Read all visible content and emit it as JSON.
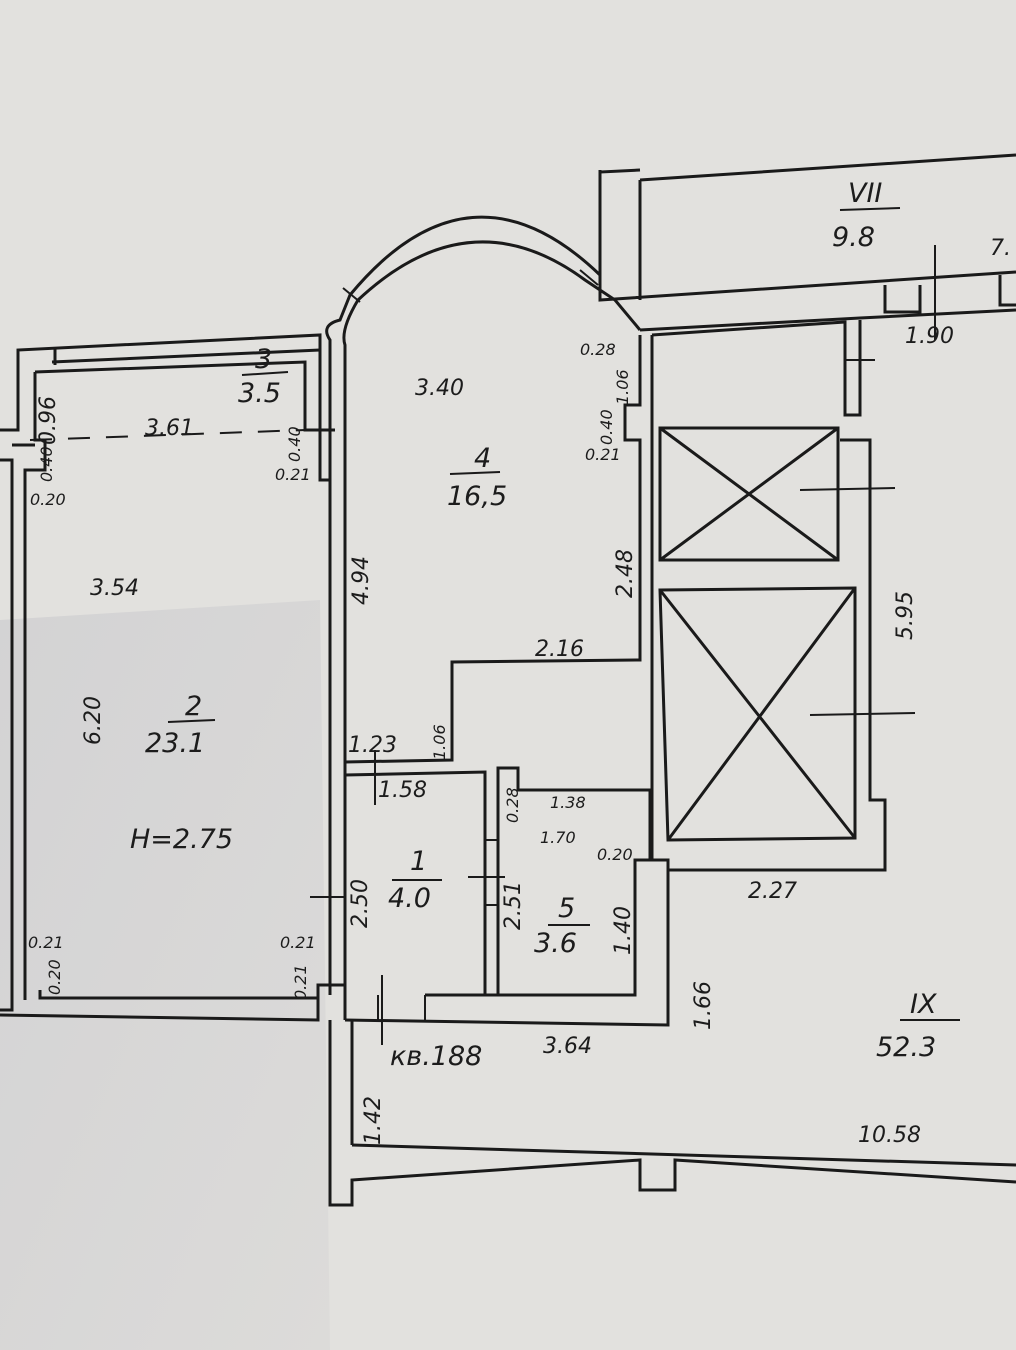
{
  "apartment_label": "кв.188",
  "ceiling_height": "H=2.75",
  "rooms": [
    {
      "number": "1",
      "area": "4.0"
    },
    {
      "number": "2",
      "area": "23.1"
    },
    {
      "number": "3",
      "area": "3.5"
    },
    {
      "number": "4",
      "area": "16,5"
    },
    {
      "number": "5",
      "area": "3.6"
    },
    {
      "number": "VII",
      "area": "9.8"
    },
    {
      "number": "IX",
      "area": "52.3"
    }
  ],
  "dimensions": {
    "d_0_96": "0.96",
    "d_3_61": "3.61",
    "d_0_40_a": "0.40",
    "d_0_20_a": "0.20",
    "d_0_40_b": "0.40",
    "d_0_21_a": "0.21",
    "d_3_54": "3.54",
    "d_6_20": "6.20",
    "d_0_21_b": "0.21",
    "d_0_20_b": "0.20",
    "d_0_21_c": "0.21",
    "d_0_21_d": "0.21",
    "d_3_40": "3.40",
    "d_0_28_a": "0.28",
    "d_1_06_a": "1.06",
    "d_0_40_c": "0.40",
    "d_0_21_e": "0.21",
    "d_4_94": "4.94",
    "d_2_48": "2.48",
    "d_2_16": "2.16",
    "d_1_23": "1.23",
    "d_1_06_b": "1.06",
    "d_1_58": "1.58",
    "d_2_50": "2.50",
    "d_0_28_b": "0.28",
    "d_1_38": "1.38",
    "d_1_70": "1.70",
    "d_0_20_c": "0.20",
    "d_2_51": "2.51",
    "d_1_40": "1.40",
    "d_1_90": "1.90",
    "d_7": "7.",
    "d_5_95": "5.95",
    "d_2_27": "2.27",
    "d_1_66": "1.66",
    "d_3_64": "3.64",
    "d_1_42": "1.42",
    "d_10_58": "10.58"
  }
}
